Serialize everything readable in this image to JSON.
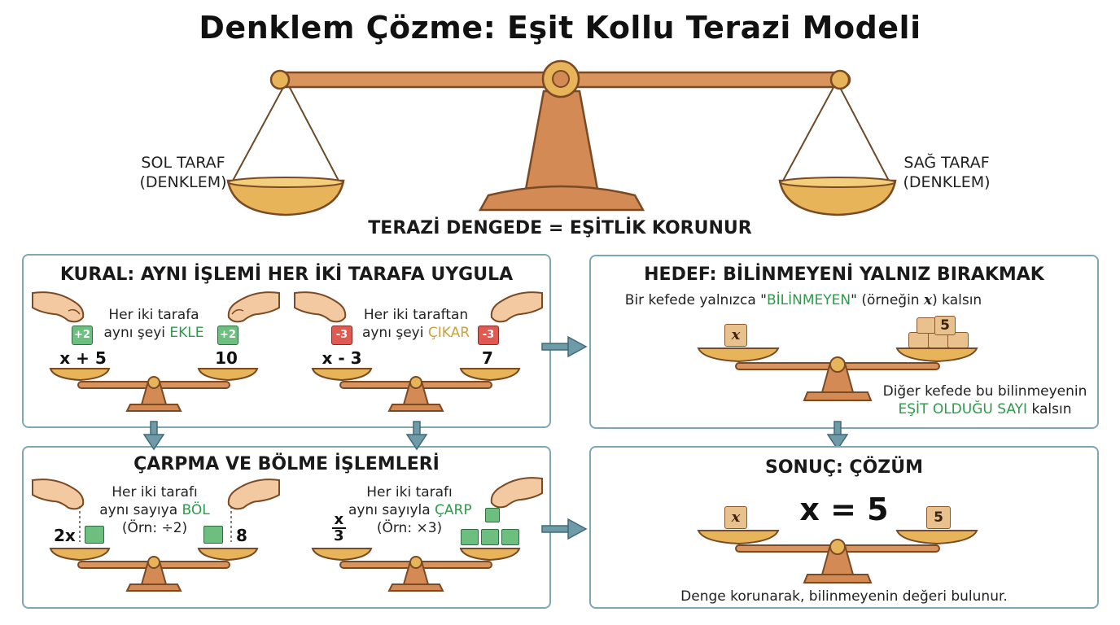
{
  "title": "Denklem Çözme: Eşit Kollu Terazi Modeli",
  "left_side_label": [
    "SOL TARAF",
    "(DENKLEM)"
  ],
  "right_side_label": [
    "SAĞ TARAF",
    "(DENKLEM)"
  ],
  "balance_note": "TERAZİ DENGEDE = EŞİTLİK KORUNUR",
  "rule_panel": {
    "title": "KURAL: AYNI İŞLEMİ HER İKİ TARAFA UYGULA",
    "add": {
      "line1": "Her iki tarafa",
      "line2_prefix": "aynı şeyi ",
      "line2_keyword": "EKLE",
      "left_block": "+2",
      "right_block": "+2",
      "left_expr": "x + 5",
      "right_expr": "10"
    },
    "subtract": {
      "line1": "Her iki taraftan",
      "line2_prefix": "aynı şeyi ",
      "line2_keyword": "ÇIKAR",
      "left_block": "-3",
      "right_block": "-3",
      "left_expr": "x - 3",
      "right_expr": "7"
    }
  },
  "muldiv_panel": {
    "title": "ÇARPMA VE BÖLME İŞLEMLERİ",
    "divide": {
      "line1": "Her iki tarafı",
      "line2_prefix": "aynı sayıya ",
      "line2_keyword": "BÖL",
      "line3": "(Örn: ÷2)",
      "left_expr": "2x",
      "right_expr": "8"
    },
    "multiply": {
      "line1": "Her iki tarafı",
      "line2_prefix": "aynı sayıyla ",
      "line2_keyword": "ÇARP",
      "line3": "(Örn: ×3)",
      "frac_num": "x",
      "frac_den": "3"
    }
  },
  "goal_panel": {
    "title": "HEDEF: BİLİNMEYENİ YALNIZ BIRAKMAK",
    "line1_prefix": "Bir kefede yalnızca \"",
    "line1_keyword": "BİLİNMEYEN",
    "line1_suffix": "\" (örneğin ",
    "line1_var": "x",
    "line1_end": ") kalsın",
    "left_block": "x",
    "right_block": "5",
    "line2": "Diğer kefede bu bilinmeyenin",
    "line3_keyword": "EŞİT OLDUĞU SAYI",
    "line3_suffix": " kalsın"
  },
  "result_panel": {
    "title": "SONUÇ: ÇÖZÜM",
    "solution": "x = 5",
    "left_block": "x",
    "right_block": "5",
    "footer": "Denge korunarak, bilinmeyenin değeri bulunur."
  },
  "colors": {
    "brass": "#e8b45a",
    "wood": "#c97a45",
    "panel_border": "#7fa7b3",
    "arrow": "#6f9aa8",
    "green_text": "#2e9a4a",
    "gold_text": "#c9a33a"
  }
}
